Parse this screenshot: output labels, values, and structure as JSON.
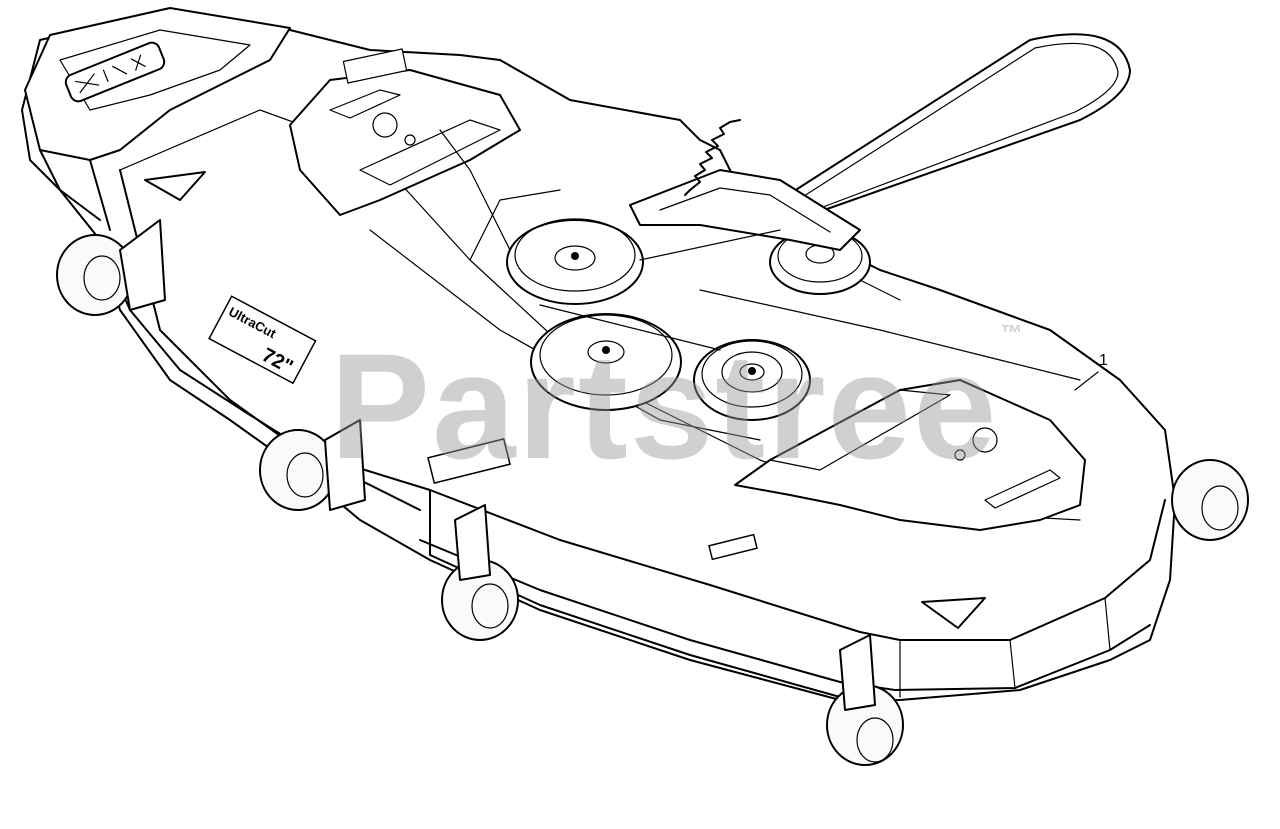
{
  "watermark": {
    "text": "Partstree",
    "mark": "™",
    "color": "#969696"
  },
  "callout": {
    "number": "1"
  },
  "decals": {
    "deck_model_line1": "UltraCut",
    "deck_model_line2": "72\""
  },
  "icons": [
    "belt-loop",
    "spring",
    "pulley",
    "caster-wheel",
    "deck-shell",
    "logo-badge"
  ]
}
